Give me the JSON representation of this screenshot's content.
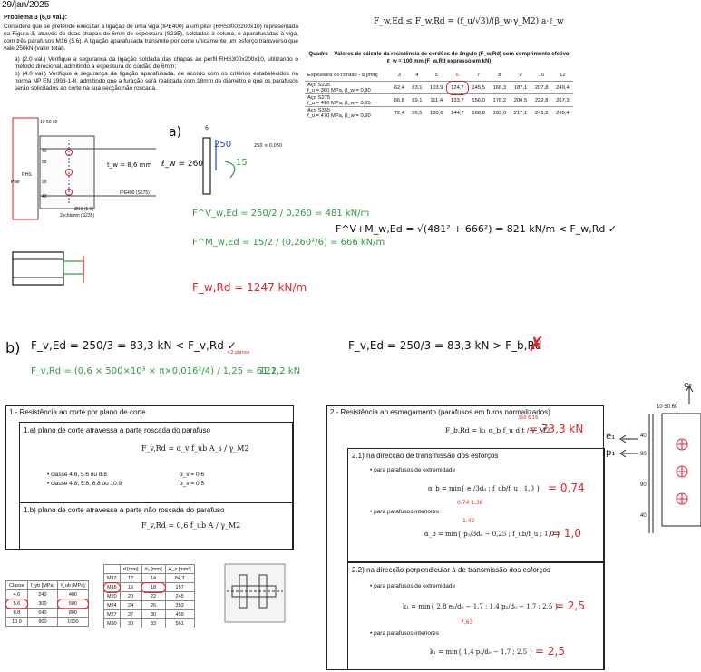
{
  "date": "29/jan/2025",
  "problem": {
    "title": "Problema 3 (6,0 val.):",
    "statement": "Considere que se pretende executar a ligação de uma viga (IPE400) a um pilar (RHS300x200x10) representada na Figura 3, através de duas chapas de 6mm de espessura (S235), soldadas à coluna, e aparafusadas à viga, com três parafusos M16 (5.6). A ligação aparafusada transmite por corte unicamente um esforço transverso que vale 250kN (valor total).",
    "item_a": "a) (2.0 val.) Verifique a segurança da ligação soldada das chapas ao perfil RHS300x200x10, utilizando o método direcional, admitindo a espessura do cordão de 6mm;",
    "item_b": "b) (4.0 val.) Verifique a segurança da ligação aparafusada, de acordo com os critérios estabelecidos na norma NP EN 1993-1-8, admitindo que a furação será realizada com 18mm de diâmetro e que os parafusos serão solicitados ao corte na sua secção não roscada."
  },
  "weld_formula": "F_w,Ed ≤ F_w,Rd = (f_u/√3)/(β_w·γ_M2)·a·ℓ_w",
  "quadro": {
    "title": "Quadro – Valores de cálculo da resistência de cordões de ângulo (F_w,Rd) com comprimento efetivo ℓ_w = 100 mm (F_w,Rd expresso em kN)",
    "header_label": "Espessura do cordão - a [mm]",
    "thickness": [
      "3",
      "4",
      "5",
      "6",
      "7",
      "8",
      "9",
      "10",
      "12"
    ],
    "rows": [
      {
        "steel": "Aço S235",
        "props": "f_u = 360 MPa, β_w = 0,80",
        "values": [
          "62,4",
          "83,1",
          "103,9",
          "124,7",
          "145,5",
          "166,3",
          "187,1",
          "207,8",
          "249,4"
        ]
      },
      {
        "steel": "Aço S275",
        "props": "f_u = 410 MPa, β_w = 0,85",
        "values": [
          "66,8",
          "89,1",
          "111,4",
          "133,7",
          "156,0",
          "178,2",
          "200,5",
          "222,8",
          "267,3"
        ]
      },
      {
        "steel": "Aço S355",
        "props": "f_u = 470 MPa, β_w = 0,90",
        "values": [
          "72,4",
          "96,5",
          "120,6",
          "144,7",
          "168,8",
          "193,0",
          "217,1",
          "241,2",
          "289,4"
        ]
      }
    ]
  },
  "figure3": {
    "dim_top": "10 50 60",
    "dims_left": [
      "40",
      "90",
      "90",
      "40"
    ],
    "pilar_label": "Pilar",
    "rhs_label": "RHS",
    "ipe_label": "IPE400 (S275)",
    "bolt_label": "Ø16 (5.6)",
    "plate_label": "2xchâmm (S235)",
    "tw": "t_w = 8,6 mm",
    "sketch_load": "250",
    "sketch_load2": "15",
    "sketch_thk": "6",
    "sketch_lw": "ℓ_w = 260",
    "sketch_note": "250 × 0,060"
  },
  "part_a": {
    "label": "a)",
    "fv": "F^V_w,Ed = 250/2 / 0,260 = 481 kN/m",
    "fm": "F^M_w,Ed = 15/2 / (0,260²/6) = 666 kN/m",
    "fres": "F^V+M_w,Ed = √(481² + 666²) = 821 kN/m  <  F_w,Rd   ✓",
    "frd": "F_w,Rd = 1247 kN/m"
  },
  "part_b": {
    "label": "b)",
    "fved": "F_v,Ed = 250/3 = 83,3 kN  <  F_v,Rd  ✓",
    "fvrd": "F_v,Rd = (0,6 × 500×10³ × π×0,016²/4) / 1,25 = 61,1",
    "planes": "×2 planos",
    "fvrd2": "122,2 kN",
    "fbed": "F_v,Ed = 250/3 = 83,3 kN  >  F_b,Rd",
    "cross": "✗"
  },
  "shear_box": {
    "title": "1 - Resistência ao corte por plano de corte",
    "sub_a": "1.a) plano de corte atravessa a parte roscada do parafuso",
    "formula_a": "F_v,Rd = α_v f_ub A_s / γ_M2",
    "class_1": "• classe 4.6, 5.6 ou 8.8",
    "alpha_1": "α_v = 0,6",
    "class_2": "• classe 4.8, 5.8, 6.8 ou 10.9",
    "alpha_2": "α_v = 0,5",
    "sub_b": "1.b) plano de corte atravessa a parte não roscada do parafuso",
    "formula_b": "F_v,Rd = 0,6 f_ub A / γ_M2"
  },
  "class_table": {
    "headers": [
      "Classe",
      "f_yb [MPa]",
      "f_ub [MPa]"
    ],
    "rows": [
      [
        "4.6",
        "240",
        "400"
      ],
      [
        "5.6",
        "300",
        "500"
      ],
      [
        "8.8",
        "640",
        "800"
      ],
      [
        "10.9",
        "900",
        "1000"
      ]
    ]
  },
  "bolt_table": {
    "headers": [
      "",
      "d [mm]",
      "d₀ [mm]",
      "A_s [mm²]"
    ],
    "rows": [
      [
        "M12",
        "12",
        "14",
        "84,3"
      ],
      [
        "M16",
        "16",
        "18",
        "157"
      ],
      [
        "M20",
        "20",
        "22",
        "245"
      ],
      [
        "M24",
        "24",
        "26",
        "353"
      ],
      [
        "M27",
        "27",
        "30",
        "459"
      ],
      [
        "M30",
        "30",
        "33",
        "561"
      ]
    ]
  },
  "bearing_box": {
    "title": "2 - Resistência ao esmagamento (parafusos em furos normalizados)",
    "formula": "F_b,Rd = k₁ α_b f_u d t / γ_M2",
    "result": "= 73,3 kN",
    "sub_21": "2.1) na direcção de transmissão dos esforços",
    "extreme": "• para parafusos de extremidade",
    "ab_ext": "α_b = min{ e₁/3d₀ ; f_ub/f_u ; 1,0 }",
    "ab_ext_res": "= 0,74",
    "ab_ext_notes": "0,74   1,38",
    "interior": "• para parafusos interiores",
    "ab_int": "α_b = min{ p₁/3d₀ − 0,25 ; f_ub/f_u ; 1,0 }",
    "ab_int_res": "= 1,0",
    "ab_int_note": "1,42",
    "sub_22": "2.2) na direcção perpendicular à de transmissão dos esforços",
    "extreme2": "• para parafusos de extremidade",
    "k1_ext": "k₁ = min{ 2,8 e₂/d₀ − 1,7 ; 1,4 p₂/d₀ − 1,7 ; 2,5 }",
    "k1_ext_res": "= 2,5",
    "k1_ext_note": "7,63",
    "interior2": "• para parafusos interiores",
    "k1_int": "k₁ = min{ 1,4 p₂/d₀ − 1,7 ; 2,5 }",
    "k1_int_res": "= 2,5",
    "annot_top": "360  6  16"
  },
  "side_sketch": {
    "e2": "e₂",
    "e1": "e₁",
    "p1": "p₁",
    "dims_top": "10 50 60",
    "dims": [
      "40",
      "90",
      "90",
      "40"
    ]
  },
  "colors": {
    "green": "#2e9a3e",
    "red": "#e0222a",
    "blue": "#1a3fc8"
  }
}
